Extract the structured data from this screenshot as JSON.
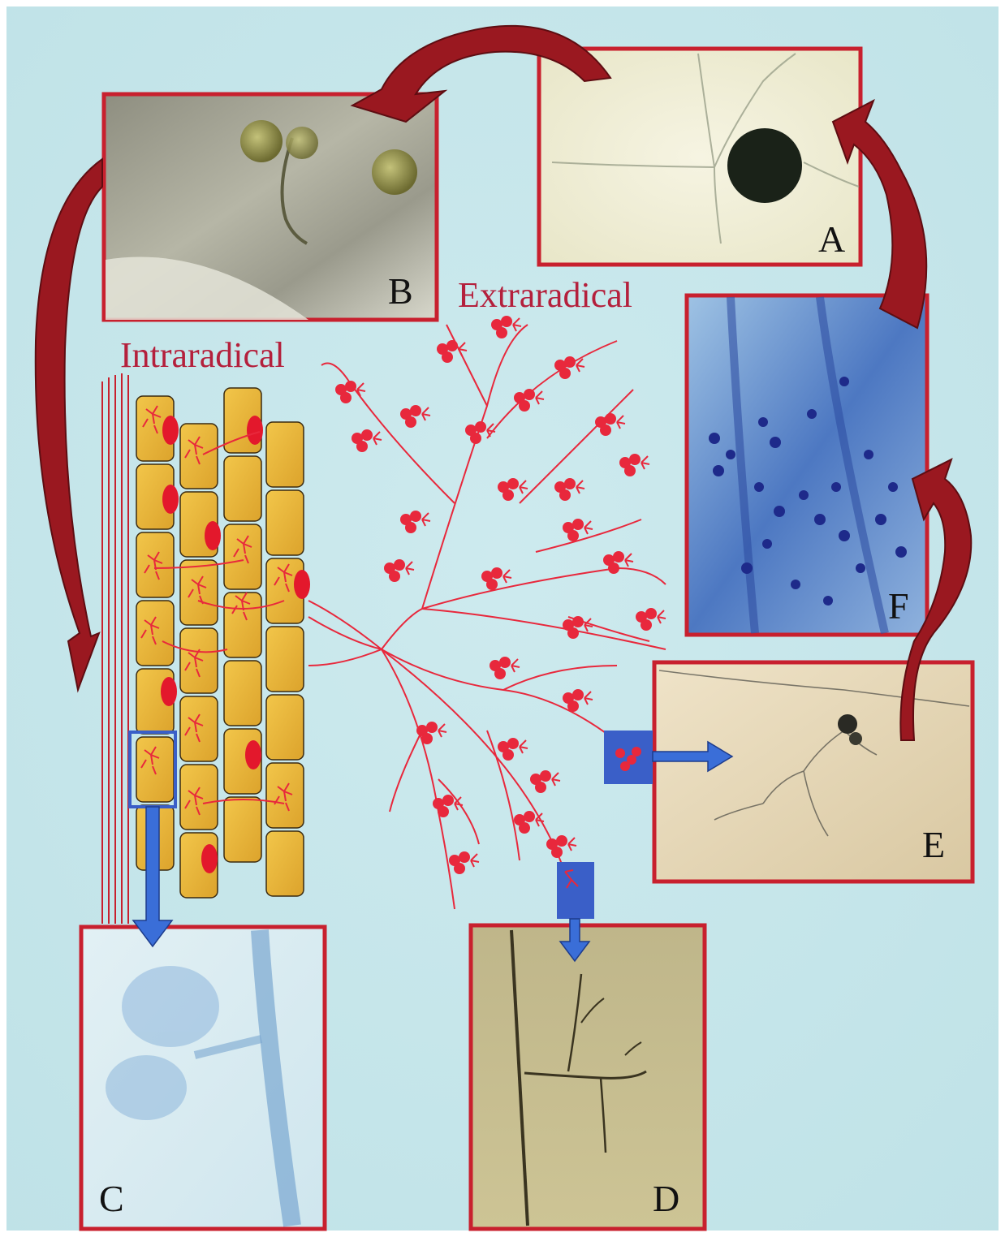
{
  "headings": {
    "intraradical": "Intraradical",
    "extraradical": "Extraradical"
  },
  "panels": {
    "A": "A",
    "B": "B",
    "C": "C",
    "D": "D",
    "E": "E",
    "F": "F"
  },
  "colors": {
    "background": "#c7e6ea",
    "frame": "#c8202e",
    "arrow": "#9a1820",
    "hyphae": "#e8283c",
    "cell_fill": "#e9b53a",
    "highlight_box": "#3a5fc8"
  },
  "icons": {
    "cycle_arrows": "curved-arrow",
    "detail_arrows": "down-arrow"
  }
}
